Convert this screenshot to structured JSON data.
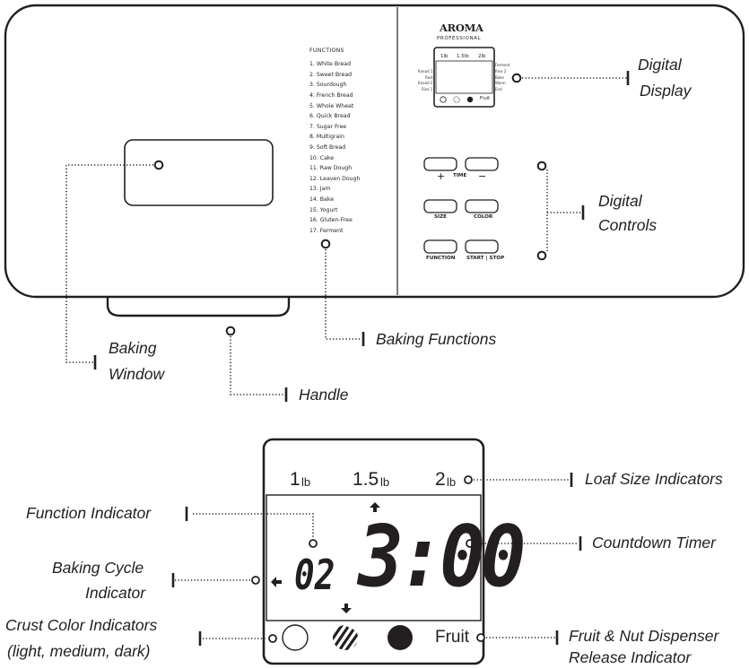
{
  "machine": {
    "brand": "AROMA",
    "brand_sub": "PROFESSIONAL",
    "functions_title": "FUNCTIONS",
    "functions": [
      "1. White Bread",
      "2. Sweet Bread",
      "3. Sourdough",
      "4. French Bread",
      "5. Whole Wheat",
      "6. Quick Bread",
      "7. Sugar Free",
      "8. Multigrain",
      "9. Soft Bread",
      "10. Cake",
      "11. Raw Dough",
      "12. Leaven Dough",
      "13. Jam",
      "14. Bake",
      "15. Yogurt",
      "16. Gluten-Free",
      "17. Ferment"
    ],
    "mini_display": {
      "sizes": [
        "1lb",
        "1.5lb",
        "2lb"
      ],
      "left_labels": [
        "Knead 1",
        "Rest",
        "Knead 2",
        "Rise 1"
      ],
      "right_labels": [
        "Ferment",
        "Rise 2",
        "Bake",
        "Warm",
        "End"
      ],
      "fruit": "Fruit"
    },
    "buttons": {
      "plus": "+",
      "time": "TIME",
      "minus": "−",
      "size": "SIZE",
      "color": "COLOR",
      "function": "FUNCTION",
      "start_stop": "START | STOP"
    }
  },
  "callouts": {
    "digital_display": [
      "Digital",
      "Display"
    ],
    "digital_controls": [
      "Digital",
      "Controls"
    ],
    "baking_window": [
      "Baking",
      "Window"
    ],
    "handle": "Handle",
    "baking_functions": "Baking Functions",
    "loaf_size": "Loaf Size Indicators",
    "function_indicator": "Function Indicator",
    "countdown_timer": "Countdown Timer",
    "baking_cycle": [
      "Baking Cycle",
      "Indicator"
    ],
    "crust_color": [
      "Crust Color Indicators",
      "(light, medium, dark)"
    ],
    "fruit_nut": [
      "Fruit & Nut Dispenser",
      "Release Indicator"
    ]
  },
  "display": {
    "sizes": [
      "1",
      "lb",
      "1.5",
      "lb",
      "2",
      "lb"
    ],
    "function_num": "02",
    "timer": "3:00",
    "fruit": "Fruit"
  }
}
